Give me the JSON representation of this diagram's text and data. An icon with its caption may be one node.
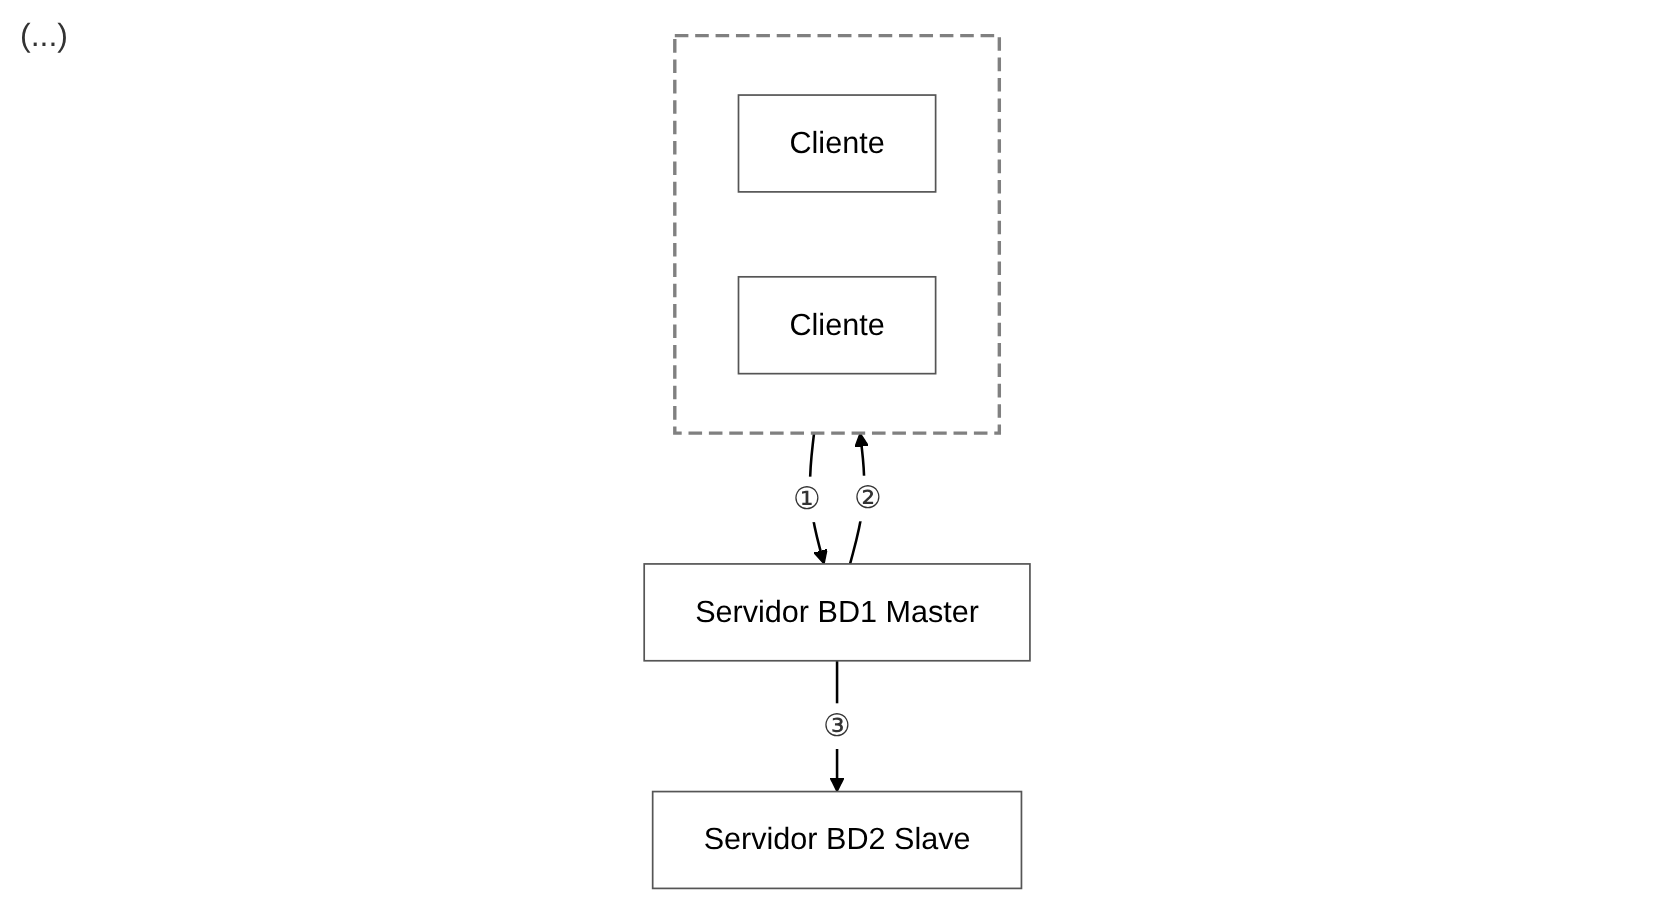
{
  "diagram": {
    "nodes": [
      {
        "text": [],
        "shape": "box"
      },
      {
        "text": [
          "Cliente"
        ],
        "in": 0
      },
      {
        "text": [
          "Cliente"
        ],
        "in": 0
      },
      {
        "text": [
          "Servidor BD1 Master"
        ]
      },
      {
        "text": [
          "Servidor BD2 Slave"
        ]
      }
    ],
    "edges": [
      {
        "from": 0,
        "to": 3,
        "arrow": "to",
        "label": "①"
      },
      {
        "from": 3,
        "to": 0,
        "arrow": "to",
        "label": "②"
      },
      {
        "from": 3,
        "to": 4,
        "arrow": "to",
        "label": "③"
      }
    ],
    "labels": [
      "(...)"
    ]
  }
}
